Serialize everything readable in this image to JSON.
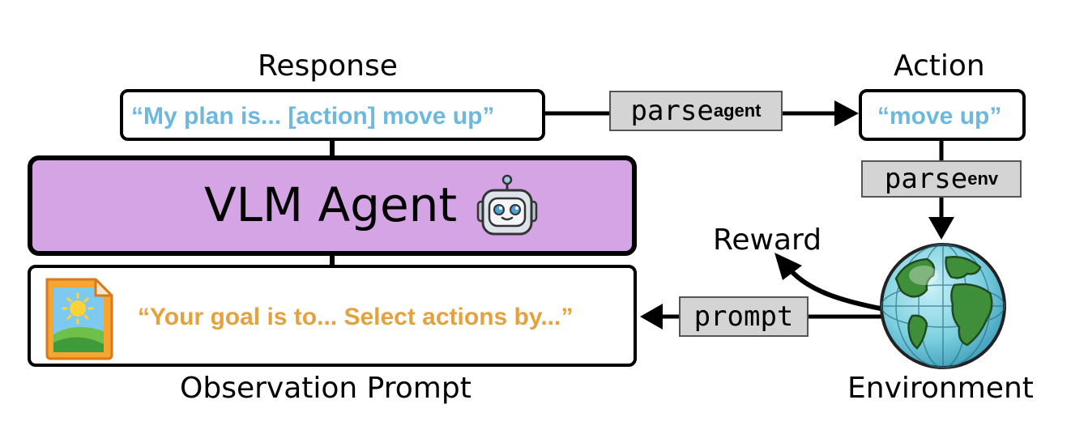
{
  "labels": {
    "response": "Response",
    "action": "Action",
    "reward": "Reward",
    "environment": "Environment",
    "observation_prompt": "Observation Prompt"
  },
  "response_box": {
    "text": "“My plan is... [action] move up”"
  },
  "action_box": {
    "text": "“move up”"
  },
  "agent_box": {
    "title": "VLM Agent",
    "icon": "robot-icon"
  },
  "prompt_box": {
    "text": "“Your goal is to... Select actions by...”",
    "icon": "image-file-icon"
  },
  "code_labels": {
    "parse_agent_main": "parse",
    "parse_agent_sub": "agent",
    "parse_env_main": "parse",
    "parse_env_sub": "env",
    "prompt": "prompt"
  },
  "environment_icon": "globe-icon",
  "colors": {
    "response_text": "#6db8dc",
    "prompt_text": "#e5a23c",
    "agent_fill": "#d4a4e4",
    "code_fill": "#d4d4d4"
  }
}
